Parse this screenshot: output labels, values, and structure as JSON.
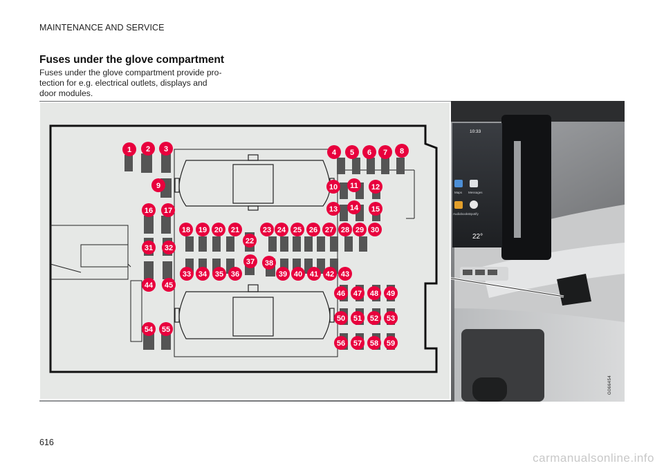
{
  "header": {
    "section": "MAINTENANCE AND SERVICE"
  },
  "article": {
    "title": "Fuses under the glove compartment",
    "body": "Fuses under the glove compartment provide pro- tection for e.g. electrical outlets, displays and door modules."
  },
  "figure": {
    "image_code": "G066454",
    "screen": {
      "time": "10:33",
      "temperature": "22°",
      "apps": [
        "Maps",
        "Messages",
        "Audiobooks",
        "Spotify"
      ]
    },
    "badge_color": "#e8003d",
    "fuse_color": "#555555",
    "panel_color": "#e6e8e6",
    "fuse_labels": [
      "1",
      "2",
      "3",
      "4",
      "5",
      "6",
      "7",
      "8",
      "9",
      "10",
      "11",
      "12",
      "13",
      "14",
      "15",
      "16",
      "17",
      "18",
      "19",
      "20",
      "21",
      "22",
      "23",
      "24",
      "25",
      "26",
      "27",
      "28",
      "29",
      "30",
      "31",
      "32",
      "33",
      "34",
      "35",
      "36",
      "37",
      "38",
      "39",
      "40",
      "41",
      "42",
      "43",
      "44",
      "45",
      "46",
      "47",
      "48",
      "49",
      "50",
      "51",
      "52",
      "53",
      "54",
      "55",
      "56",
      "57",
      "58",
      "59"
    ]
  },
  "page": {
    "number": "616"
  },
  "footer": {
    "watermark": "carmanualsonline.info"
  }
}
